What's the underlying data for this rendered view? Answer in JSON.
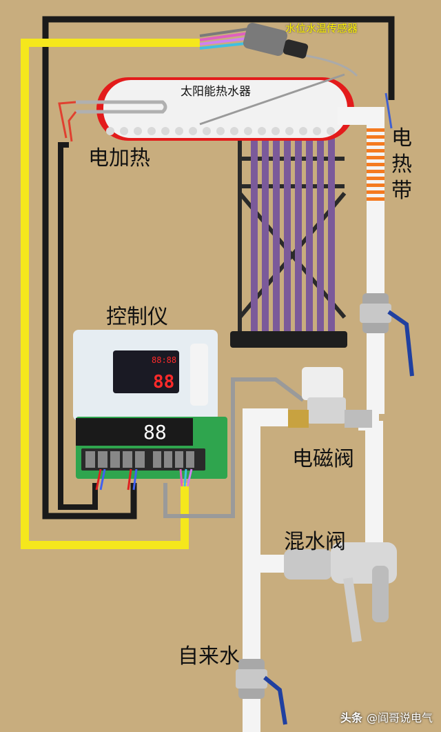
{
  "labels": {
    "sensor": "水位水温传感器",
    "heater": "太阳能热水器",
    "electric_heating": "电加热",
    "heat_tape": "电热带",
    "controller": "控制仪",
    "solenoid_valve": "电磁阀",
    "mixing_valve": "混水阀",
    "tap_water": "自来水"
  },
  "controller_display": {
    "digits_small": "88:88",
    "digits_big": "88",
    "lower_digits": "88"
  },
  "watermark": {
    "logo": "头条",
    "handle": "@阎哥说电气"
  },
  "colors": {
    "background": "#c8ad7e",
    "yellow_wire": "#f5e71c",
    "black_wire": "#1a1a1a",
    "gray_wire": "#9a9a9a",
    "pipe": "#f4f4f4",
    "tube": "#7b5a9a",
    "heat_tape": "#f47a20",
    "display_red": "#ff2a2a"
  }
}
